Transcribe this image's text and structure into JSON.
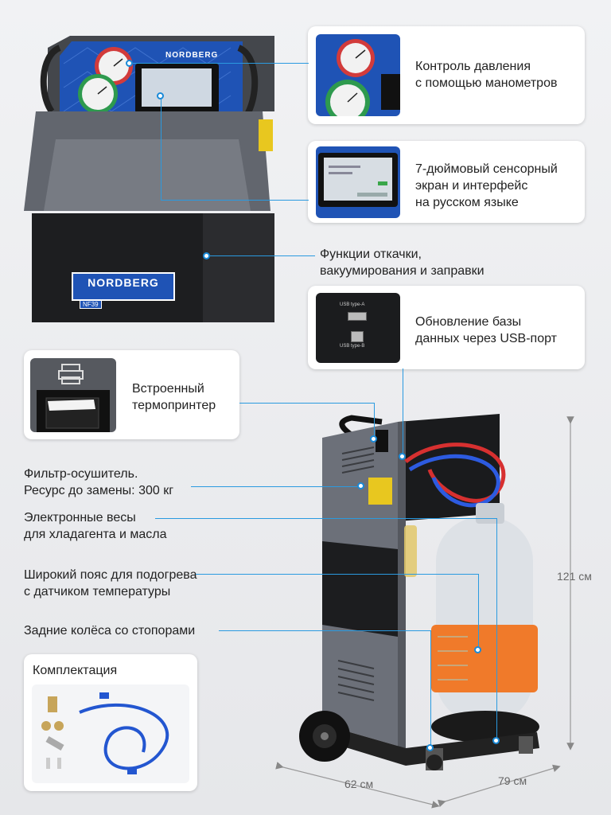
{
  "callouts": {
    "pressure": [
      "Контроль давления",
      "с помощью манометров"
    ],
    "screen": [
      "7-дюймовый сенсорный",
      "экран и интерфейс",
      "на русском языке"
    ],
    "functions": [
      "Функции откачки,",
      "вакуумирования и заправки"
    ],
    "usb": [
      "Обновление базы",
      "данных через USB-порт"
    ],
    "printer": [
      "Встроенный",
      "термопринтер"
    ],
    "filter": [
      "Фильтр-осушитель.",
      "Ресурс до замены: 300 кг"
    ],
    "scales": [
      "Электронные весы",
      "для хладагента и масла"
    ],
    "belt": [
      "Широкий пояс для подогрева",
      "с датчиком температуры"
    ],
    "wheels": [
      "Задние колёса со стопорами"
    ]
  },
  "usb_thumb": {
    "port_a": "USB type-A",
    "port_b": "USB type-B"
  },
  "kit": {
    "title": "Комплектация"
  },
  "machine": {
    "brand": "NORDBERG",
    "model": "NF39"
  },
  "dimensions": {
    "height": "121 см",
    "width": "62 см",
    "depth": "79 см"
  },
  "colors": {
    "accent": "#2a9ae0",
    "body": "#6c7079",
    "panel_blue": "#1f53b5",
    "heater": "#f07a2a"
  }
}
